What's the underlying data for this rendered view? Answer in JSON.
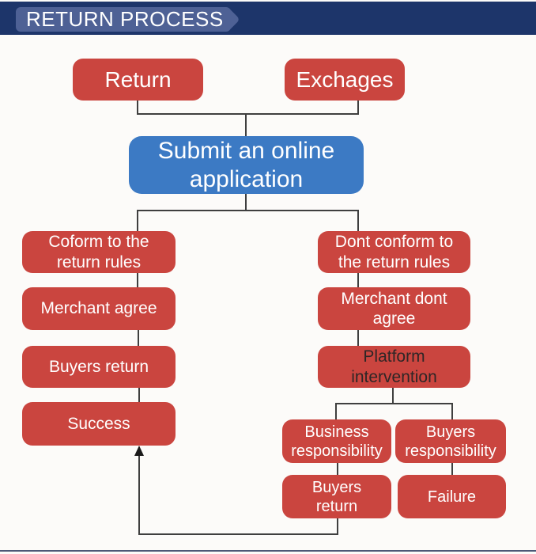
{
  "header": {
    "title": "RETURN PROCESS"
  },
  "colors": {
    "header_bar": "#1d356a",
    "header_ribbon": "#4e6195",
    "node_red": "#ca453f",
    "node_blue": "#3c7ac4",
    "node_text": "#ffffff",
    "platform_node_text": "#2e2626",
    "connector": "#3f3f3f",
    "bottom_rule": "#4c5877"
  },
  "flowchart": {
    "nodes": {
      "return_entry": "Return",
      "exchages_entry": "Exchages",
      "submit_application": "Submit an online application",
      "conform_rules": "Coform to the return rules",
      "merchant_agree": "Merchant agree",
      "buyers_return_left": "Buyers return",
      "success": "Success",
      "dont_conform_rules": "Dont conform to the return rules",
      "merchant_dont_agree": "Merchant dont agree",
      "platform_intervention": "Platform intervention",
      "business_responsibility": "Business responsibility",
      "buyers_responsibility": "Buyers responsibility",
      "buyers_return_right": "Buyers return",
      "failure": "Failure"
    }
  }
}
